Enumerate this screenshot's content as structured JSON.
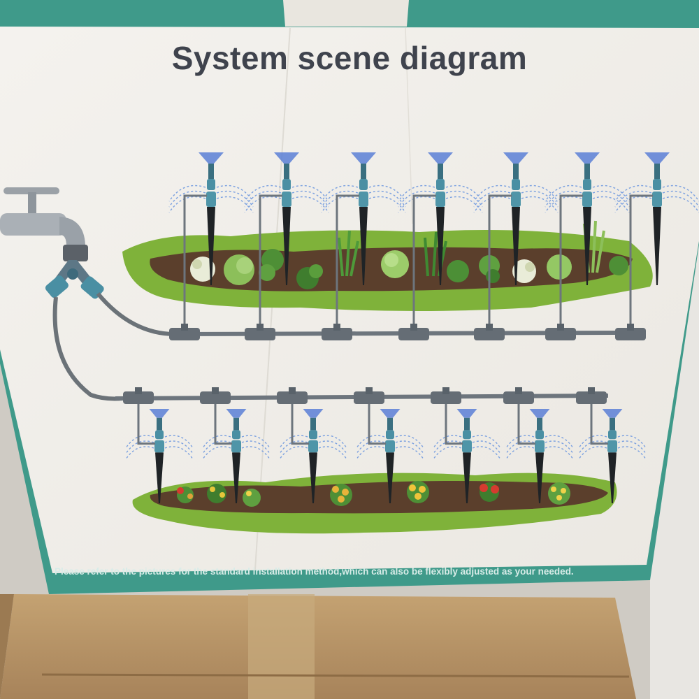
{
  "title": "System scene diagram",
  "footer_note": "Please refer to the pictures for the standard installation method,which can also be flexibly adjusted as your needed.",
  "colors": {
    "teal_border": "#3f9a8a",
    "panel": "#f2f0eb",
    "grass": "#7fb23a",
    "soil": "#5b3f2c",
    "pipe": "#6d757d",
    "sprinkler_head": "#4a8fa3",
    "spray": "#5b7fd6",
    "cardboard": "#b8966a"
  },
  "icons": [
    "faucet-icon",
    "y-splitter-icon",
    "sprinkler-icon",
    "tee-connector-icon",
    "plant-icon",
    "flower-icon"
  ],
  "counts_shown": {
    "upper_sprinklers": 7,
    "lower_sprinklers": 7
  }
}
